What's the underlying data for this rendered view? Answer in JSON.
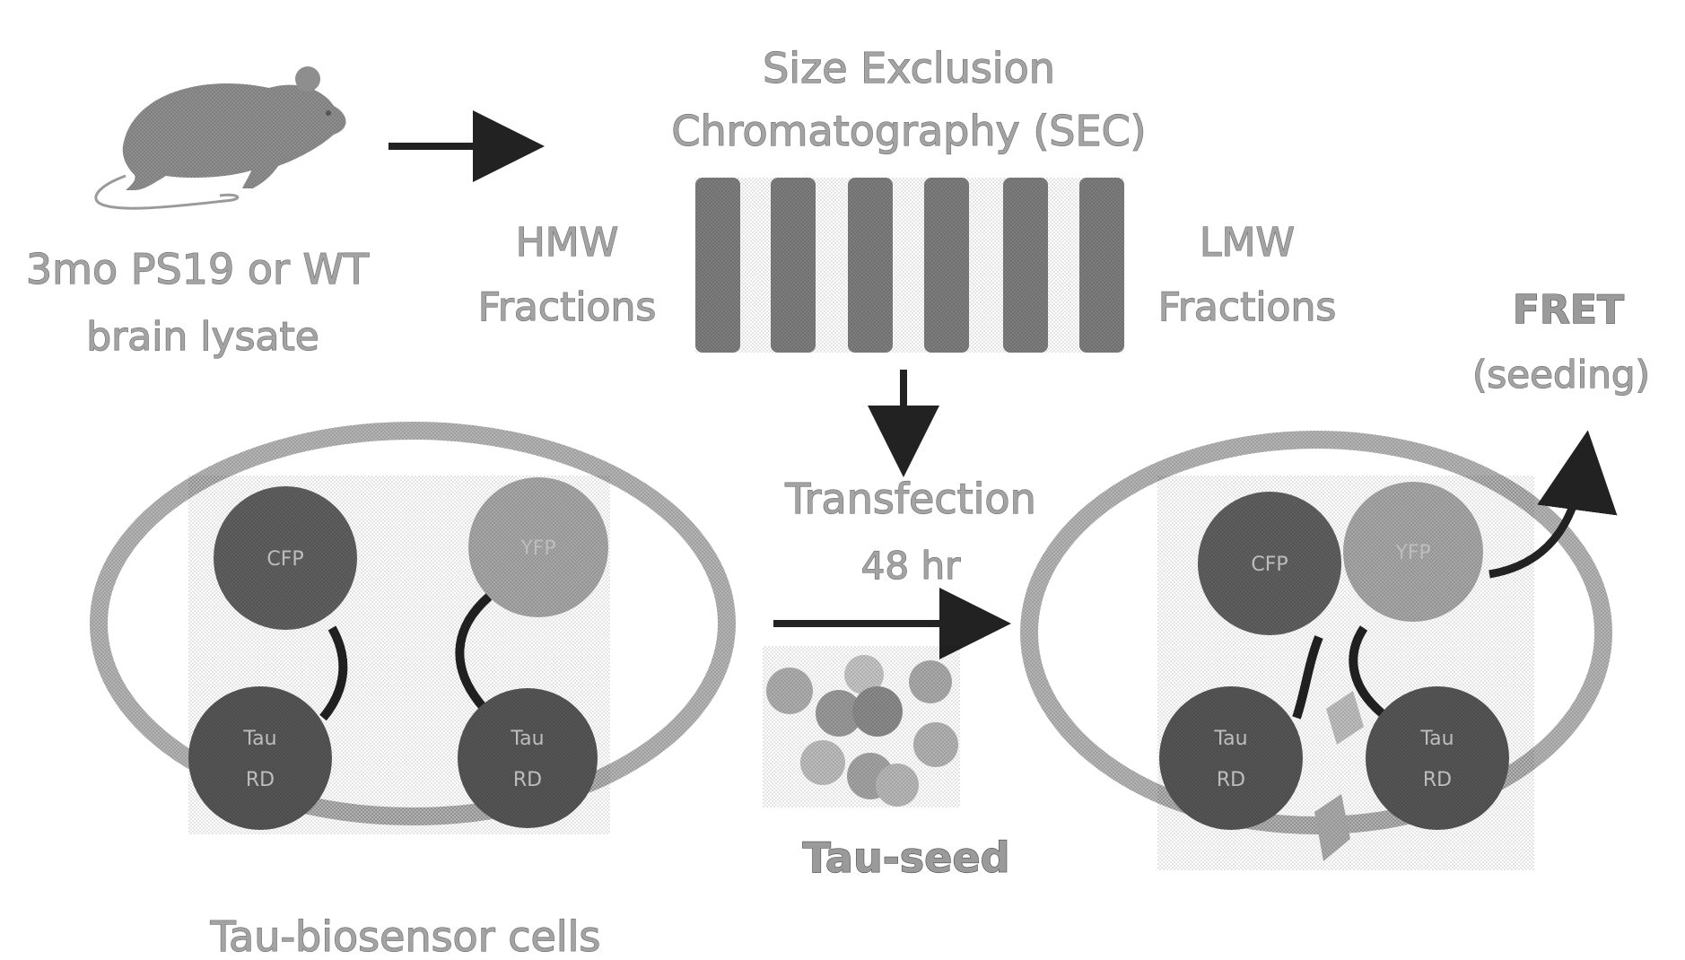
{
  "sample": {
    "line1": "3mo PS19 or WT",
    "line2": "brain lysate"
  },
  "sec": {
    "title_line1": "Size Exclusion",
    "title_line2": "Chromatography (SEC)",
    "hmw_line1": "HMW",
    "hmw_line2": "Fractions",
    "lmw_line1": "LMW",
    "lmw_line2": "Fractions"
  },
  "transfection": {
    "line1": "Transfection",
    "line2": "48 hr"
  },
  "seed_label": "Tau-seed",
  "biosensor_label": "Tau-biosensor cells",
  "fret": {
    "line1": "FRET",
    "line2": "(seeding)"
  },
  "cells": {
    "cfp": "CFP",
    "yfp": "YFP",
    "tau_line1": "Tau",
    "tau_line2": "RD"
  },
  "colors": {
    "ink": "#222222",
    "label_fill": "#a3a3a3",
    "cfp": "#5f5f5f",
    "yfp": "#a6a6a6",
    "tau": "#555555",
    "membrane": "#b3b3b3",
    "column": "#7d7d7d"
  }
}
